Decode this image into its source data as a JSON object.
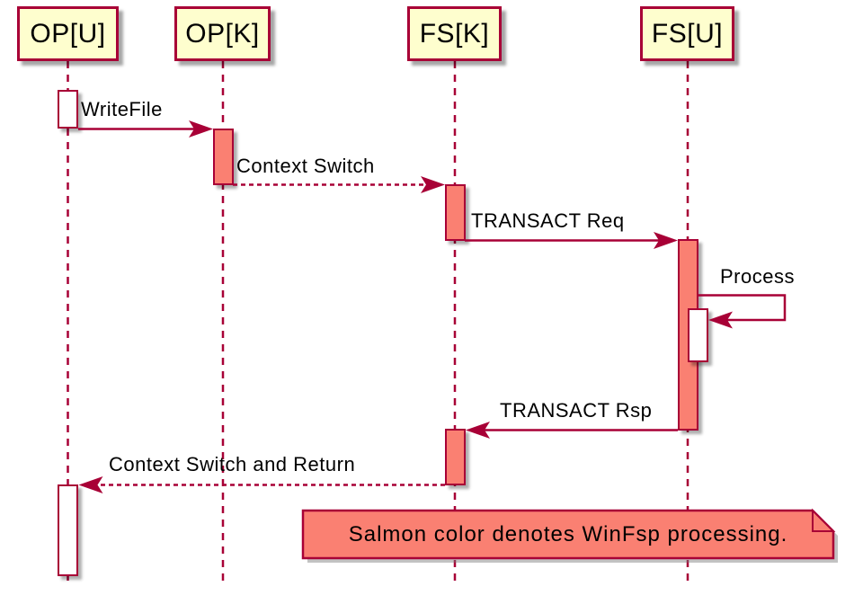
{
  "diagram": {
    "type": "sequence-diagram",
    "participants": [
      {
        "id": "op-u",
        "label": "OP[U]"
      },
      {
        "id": "op-k",
        "label": "OP[K]"
      },
      {
        "id": "fs-k",
        "label": "FS[K]"
      },
      {
        "id": "fs-u",
        "label": "FS[U]"
      }
    ],
    "messages": [
      {
        "label": "WriteFile",
        "from": "OP[U]",
        "to": "OP[K]",
        "line": "solid",
        "direction": "right"
      },
      {
        "label": "Context Switch",
        "from": "OP[K]",
        "to": "FS[K]",
        "line": "dashed",
        "direction": "right"
      },
      {
        "label": "TRANSACT Req",
        "from": "FS[K]",
        "to": "FS[U]",
        "line": "solid",
        "direction": "right"
      },
      {
        "label": "Process",
        "from": "FS[U]",
        "to": "FS[U]",
        "line": "solid",
        "direction": "self"
      },
      {
        "label": "TRANSACT Rsp",
        "from": "FS[U]",
        "to": "FS[K]",
        "line": "solid",
        "direction": "left"
      },
      {
        "label": "Context Switch and Return",
        "from": "FS[K]",
        "to": "OP[U]",
        "line": "dashed",
        "direction": "left"
      }
    ],
    "note": {
      "text": "Salmon color denotes WinFsp processing."
    },
    "colors": {
      "participant_fill": "#FEFECE",
      "line_and_border": "#A80036",
      "salmon": "#FA8072",
      "activation_plain": "#FFFFFF",
      "text": "#000000",
      "background": "#FFFFFF"
    }
  }
}
